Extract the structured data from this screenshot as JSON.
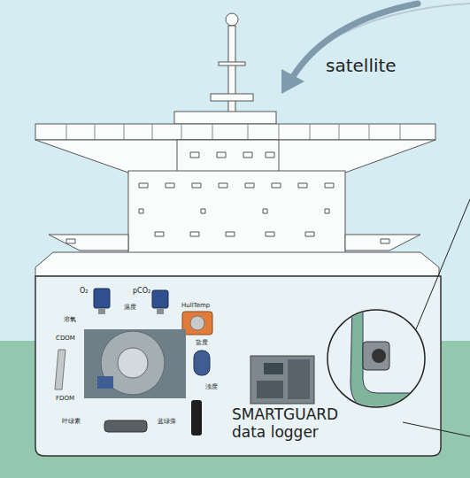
{
  "diagram": {
    "labels": [
      "satellite",
      "O₂",
      "pCO₂",
      "HullTemp",
      "温度",
      "溶氧",
      "CDOM",
      "盐度",
      "浊度",
      "FDOM",
      "叶绿素",
      "蓝绿藻",
      "SMARTGUARD data logger"
    ]
  }
}
